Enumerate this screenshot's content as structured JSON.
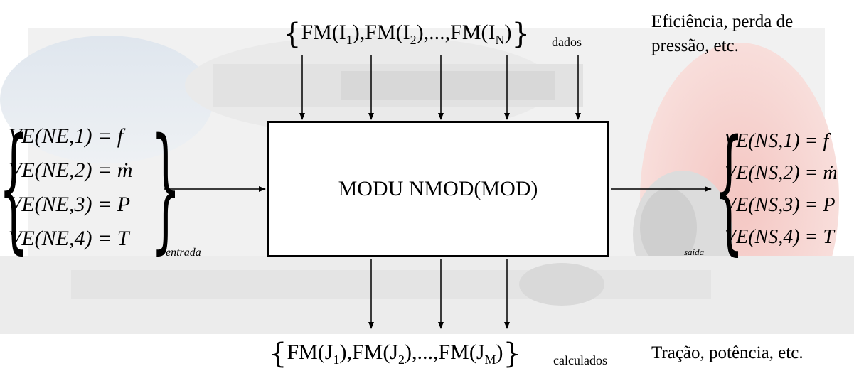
{
  "diagram": {
    "module_label": "MODU NMOD(MOD)",
    "inputs_top": {
      "set": "{FM(I1),FM(I2),...,FM(IN)}",
      "parts": {
        "a": "FM(I",
        "s1": "1",
        "b": "),FM(I",
        "s2": "2",
        "c": "),...,FM(I",
        "s3": "N",
        "d": ")"
      },
      "subscript_label": "dados",
      "note_line1": "Eficiência, perda de",
      "note_line2": "pressão, etc."
    },
    "outputs_bottom": {
      "set": "{FM(J1),FM(J2),...,FM(JM)}",
      "parts": {
        "a": "FM(J",
        "s1": "1",
        "b": "),FM(J",
        "s2": "2",
        "c": "),...,FM(J",
        "s3": "M",
        "d": ")"
      },
      "subscript_label": "calculados",
      "note": "Tração, potência, etc."
    },
    "entrada": {
      "label": "entrada",
      "rows": [
        "VE(NE,1) = f",
        "VE(NE,2) = ṁ",
        "VE(NE,3) = P",
        "VE(NE,4) = T"
      ]
    },
    "saida": {
      "label": "saída",
      "rows": [
        "VE(NS,1) = f",
        "VE(NS,2) = ṁ",
        "VE(NS,3) = P",
        "VE(NS,4) = T"
      ]
    }
  }
}
